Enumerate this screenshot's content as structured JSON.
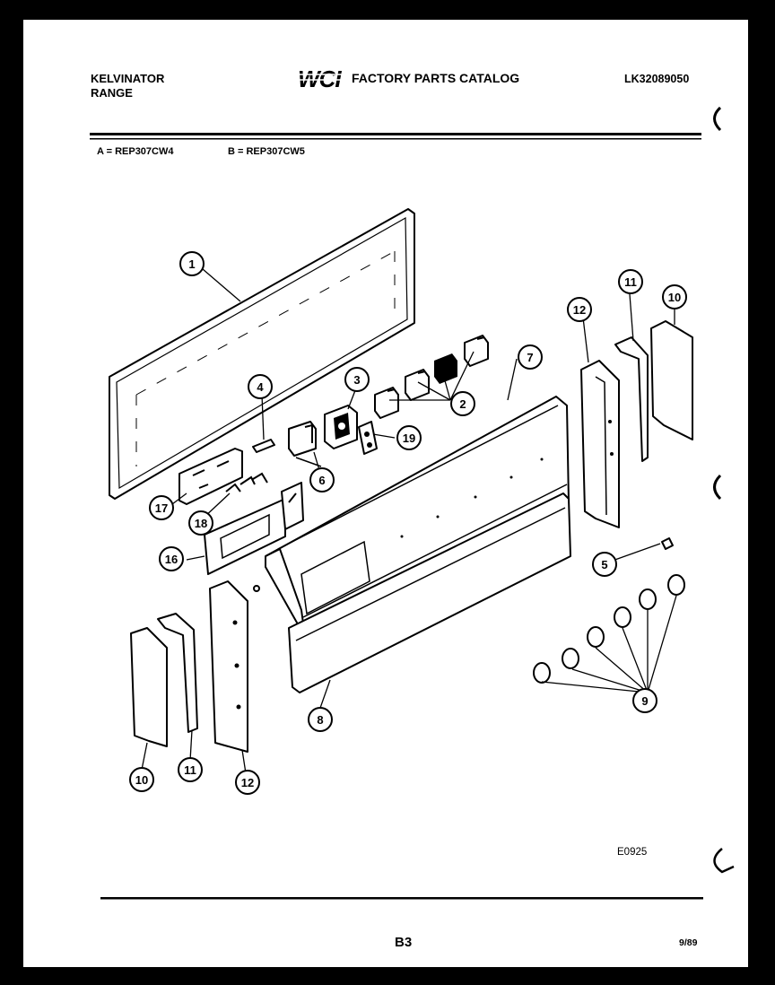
{
  "header": {
    "brand_line1": "KELVINATOR",
    "brand_line2": "RANGE",
    "logo_text": "WCI",
    "catalog_title": "FACTORY PARTS CATALOG",
    "catalog_number": "LK32089050"
  },
  "models": {
    "a": "A = REP307CW4",
    "b": "B = REP307CW5"
  },
  "callouts": [
    "1",
    "2",
    "3",
    "4",
    "5",
    "6",
    "7",
    "8",
    "9",
    "10",
    "11",
    "12",
    "16",
    "17",
    "18",
    "19",
    "10",
    "11",
    "12"
  ],
  "footer": {
    "drawing_code": "E0925",
    "page": "B3",
    "date": "9/89"
  }
}
